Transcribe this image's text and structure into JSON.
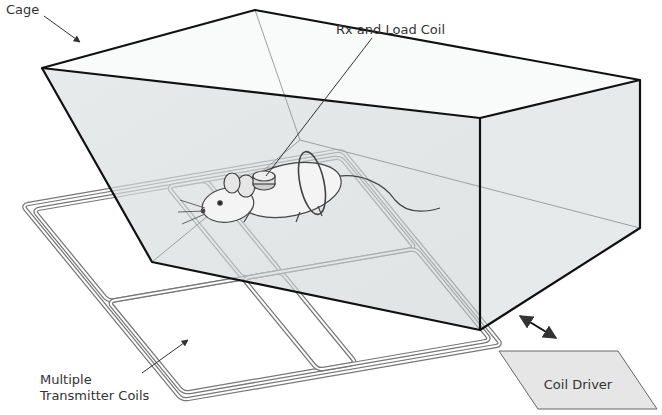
{
  "diagram": {
    "nodes": [
      {
        "text": [
          "Coil Driver"
        ]
      }
    ],
    "labels": [
      "Cage",
      "Rx and Load Coil",
      "Multiple Transmitter Coils"
    ]
  }
}
